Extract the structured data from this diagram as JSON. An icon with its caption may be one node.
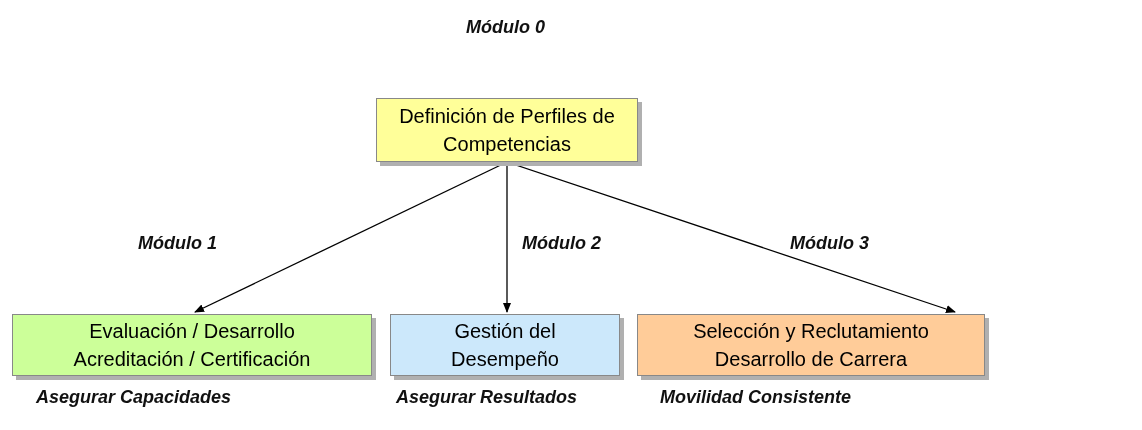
{
  "diagram": {
    "nodes": [
      {
        "text": [
          "Definición de Perfiles de Competencias"
        ],
        "beside": [
          "Módulo 0"
        ]
      },
      {
        "text": [
          "Evaluación / Desarrollo Acreditación / Certificación"
        ],
        "beside": [
          "Módulo 1",
          "Asegurar Capacidades"
        ]
      },
      {
        "text": [
          "Gestión del Desempeño"
        ],
        "beside": [
          "Módulo 2",
          "Asegurar Resultados"
        ]
      },
      {
        "text": [
          "Selección y Reclutamiento Desarrollo de Carrera"
        ],
        "beside": [
          "Módulo 3",
          "Movilidad Consistente"
        ]
      }
    ],
    "edges": [
      {
        "from": 0,
        "to": 1,
        "arrow": "to"
      },
      {
        "from": 0,
        "to": 2,
        "arrow": "to"
      },
      {
        "from": 0,
        "to": 3,
        "arrow": "to"
      }
    ]
  }
}
